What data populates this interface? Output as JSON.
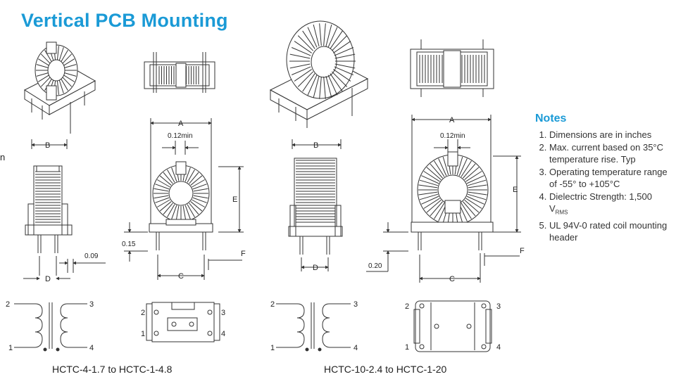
{
  "title": "Vertical PCB Mounting",
  "edge_fragment": "n",
  "notes": {
    "heading": "Notes",
    "items": [
      "Dimensions are in inches",
      "Max. current based on 35°C temperature rise. Typ",
      "Operating temperature range of -55° to +105°C",
      "Dielectric Strength: 1,500 V",
      "UL 94V-0 rated coil mounting header"
    ],
    "rms_subscript": "RMS"
  },
  "dimensions": {
    "A": "A",
    "B": "B",
    "C": "C",
    "D": "D",
    "E": "E",
    "F": "F",
    "min_gap": "0.12min",
    "left_pin_spacing": "0.09",
    "left_standoff": "0.15",
    "right_standoff": "0.20"
  },
  "pins": [
    "1",
    "2",
    "3",
    "4"
  ],
  "captions": {
    "left": "HCTC-4-1.7 to HCTC-1-4.8",
    "right": "HCTC-10-2.4 to HCTC-1-20"
  },
  "colors": {
    "title": "#1a9ad6",
    "line": "#333333"
  }
}
